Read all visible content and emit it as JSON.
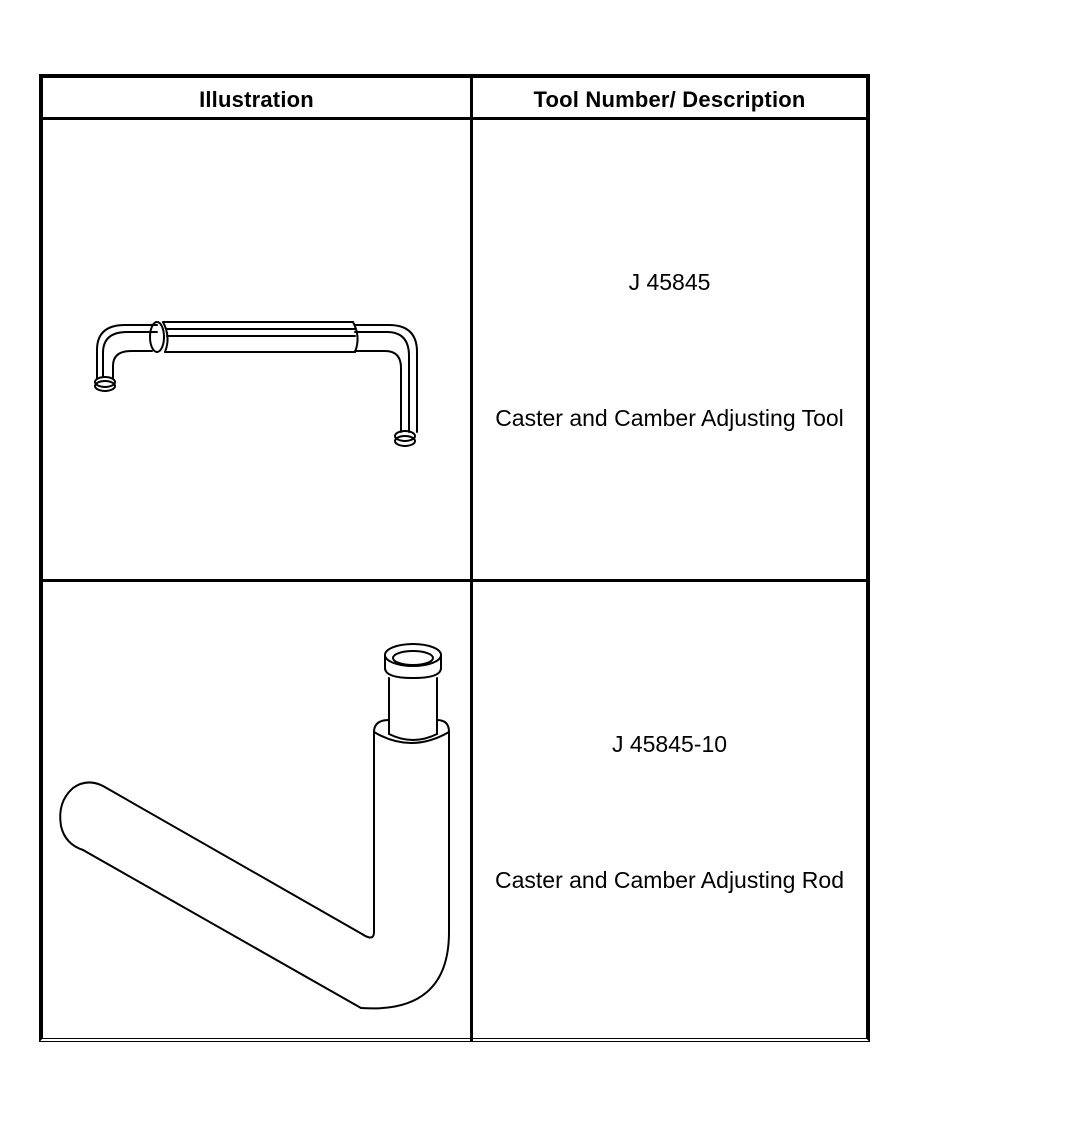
{
  "table": {
    "headers": {
      "illustration": "Illustration",
      "tool_number_description": "Tool Number/ Description"
    },
    "rows": [
      {
        "tool_number": "J 45845",
        "description": "Caster and Camber Adjusting Tool",
        "illustration_icon": "caster-camber-adjusting-tool-icon"
      },
      {
        "tool_number": "J 45845-10",
        "description": "Caster and Camber Adjusting Rod",
        "illustration_icon": "caster-camber-adjusting-rod-icon"
      }
    ]
  },
  "colors": {
    "line": "#000000",
    "background": "#ffffff"
  }
}
